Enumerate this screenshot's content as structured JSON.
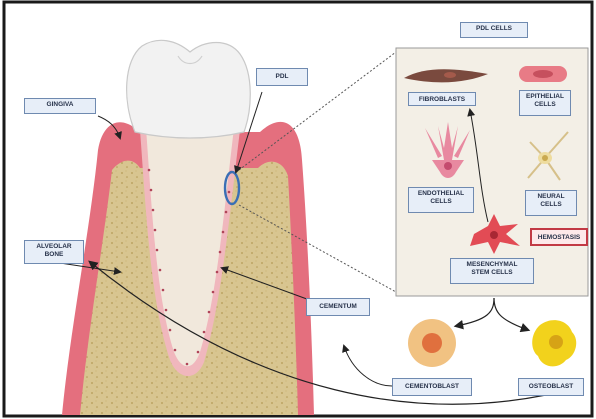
{
  "labels": {
    "gingiva": "GINGIVA",
    "pdl": "PDL",
    "alveolar_bone": "ALVEOLAR\nBONE",
    "cementum": "CEMENTUM",
    "pdl_cells": "PDL CELLS",
    "fibroblasts": "FIBROBLASTS",
    "epithelial_cells": "EPITHELIAL\nCELLS",
    "endothelial_cells": "ENDOTHELIAL\nCELLS",
    "neural_cells": "NEURAL\nCELLS",
    "hemostasis": "HEMOSTASIS",
    "mesenchymal_stem_cells": "MESENCHYMAL\nSTEM CELLS",
    "cementoblast": "CEMENTOBLAST",
    "osteoblast": "OSTEOBLAST"
  },
  "colors": {
    "frame": "#1a1a1a",
    "gingiva": "#e46f7e",
    "bone": "#d8c590",
    "root": "#f1e8dc",
    "enamel": "#f2f2f2",
    "panel": "#f3efe6",
    "label_bg": "#e7eef8",
    "label_border": "#6f8ab0",
    "highlight": "#c23a45",
    "pdl_ring": "#3a6fb5"
  }
}
